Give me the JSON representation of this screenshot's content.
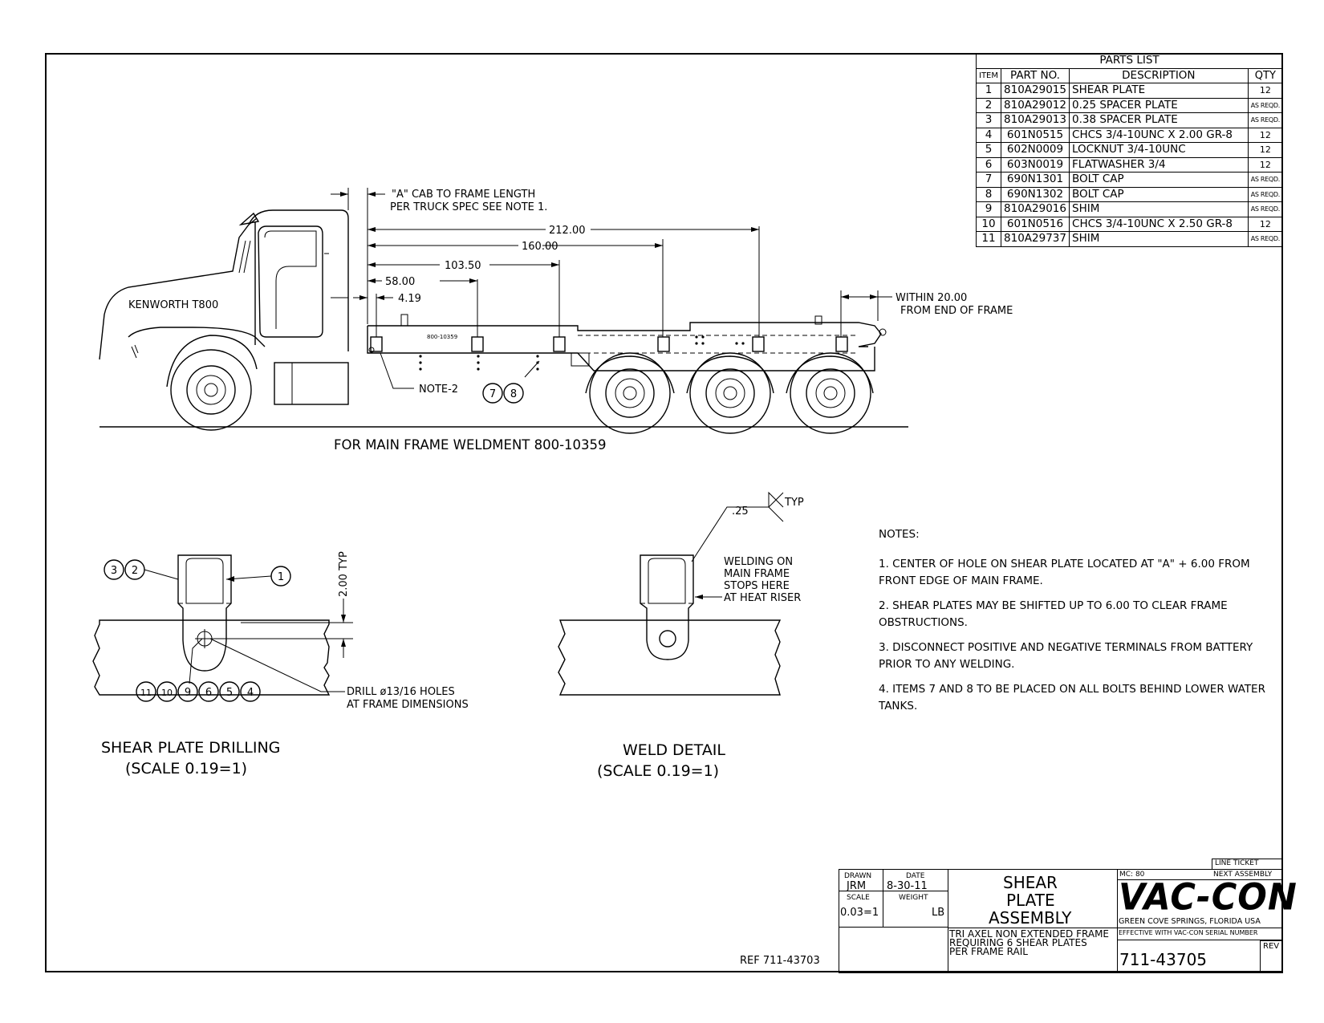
{
  "parts_list": {
    "title": "PARTS LIST",
    "headers": {
      "item": "ITEM",
      "part_no": "PART NO.",
      "description": "DESCRIPTION",
      "qty": "QTY"
    },
    "rows": [
      {
        "item": "1",
        "part_no": "810A29015",
        "description": "SHEAR PLATE",
        "qty": "12"
      },
      {
        "item": "2",
        "part_no": "810A29012",
        "description": "0.25 SPACER PLATE",
        "qty": "AS REQD."
      },
      {
        "item": "3",
        "part_no": "810A29013",
        "description": "0.38 SPACER PLATE",
        "qty": "AS REQD."
      },
      {
        "item": "4",
        "part_no": "601N0515",
        "description": "CHCS 3/4-10UNC X 2.00 GR-8",
        "qty": "12"
      },
      {
        "item": "5",
        "part_no": "602N0009",
        "description": "LOCKNUT 3/4-10UNC",
        "qty": "12"
      },
      {
        "item": "6",
        "part_no": "603N0019",
        "description": "FLATWASHER 3/4",
        "qty": "12"
      },
      {
        "item": "7",
        "part_no": "690N1301",
        "description": "BOLT CAP",
        "qty": "AS REQD."
      },
      {
        "item": "8",
        "part_no": "690N1302",
        "description": "BOLT CAP",
        "qty": "AS REQD."
      },
      {
        "item": "9",
        "part_no": "810A29016",
        "description": "SHIM",
        "qty": "AS REQD."
      },
      {
        "item": "10",
        "part_no": "601N0516",
        "description": "CHCS 3/4-10UNC X 2.50 GR-8",
        "qty": "12"
      },
      {
        "item": "11",
        "part_no": "810A29737",
        "description": "SHIM",
        "qty": "AS REQD."
      }
    ]
  },
  "truck_view": {
    "truck_label": "KENWORTH T800",
    "frame_stamp": "800-10359",
    "cab_note_line1": "\"A\"  CAB TO FRAME LENGTH",
    "cab_note_line2": "PER TRUCK SPEC SEE NOTE 1.",
    "dim_212": "212.00",
    "dim_160": "160.00",
    "dim_103": "103.50",
    "dim_58": "58.00",
    "dim_419": "4.19",
    "within_line1": "WITHIN 20.00",
    "within_line2": "FROM END OF FRAME",
    "note2_label": "NOTE-2",
    "balloon_7": "7",
    "balloon_8": "8",
    "caption": "FOR MAIN FRAME WELDMENT 800-10359"
  },
  "drilling_view": {
    "balloon_3": "3",
    "balloon_2": "2",
    "balloon_1": "1",
    "dim_typ": "2.00 TYP",
    "balloons_bottom": [
      "11",
      "10",
      "9",
      "6",
      "5",
      "4"
    ],
    "drill_line1": "DRILL ø13/16 HOLES",
    "drill_line2": "AT FRAME DIMENSIONS",
    "caption_line1": "SHEAR PLATE DRILLING",
    "caption_line2": "(SCALE 0.19=1)"
  },
  "weld_view": {
    "weld_size": ".25",
    "weld_typ": "TYP",
    "weld_note_line1": "WELDING ON",
    "weld_note_line2": "MAIN FRAME",
    "weld_note_line3": "STOPS HERE",
    "weld_note_line4": "AT HEAT RISER",
    "caption_line1": "WELD DETAIL",
    "caption_line2": "(SCALE 0.19=1)"
  },
  "notes": {
    "heading": "NOTES:",
    "items": [
      "1. CENTER OF HOLE ON SHEAR PLATE LOCATED AT \"A\" + 6.00 FROM FRONT EDGE OF MAIN FRAME.",
      "2. SHEAR PLATES MAY BE SHIFTED UP TO 6.00 TO CLEAR FRAME OBSTRUCTIONS.",
      "3. DISCONNECT POSITIVE AND NEGATIVE TERMINALS FROM BATTERY PRIOR TO ANY WELDING.",
      "4. ITEMS 7 AND 8 TO BE PLACED ON ALL BOLTS BEHIND LOWER WATER TANKS."
    ]
  },
  "title_block": {
    "ref": "REF 711-43703",
    "drawn_label": "DRAWN",
    "drawn_value": "JRM",
    "date_label": "DATE",
    "date_value": "8-30-11",
    "scale_label": "SCALE",
    "scale_value": "0.03=1",
    "weight_label": "WEIGHT",
    "weight_unit": "LB",
    "title_line1": "SHEAR",
    "title_line2": "PLATE",
    "title_line3": "ASSEMBLY",
    "subtitle_line1": "TRI AXEL NON EXTENDED FRAME",
    "subtitle_line2": "REQUIRING 6 SHEAR PLATES",
    "subtitle_line3": "PER FRAME RAIL",
    "line_ticket": "LINE TICKET",
    "next_assembly": "NEXT ASSEMBLY",
    "mc": "MC: 80",
    "company": "VAC-CON",
    "location": "GREEN COVE SPRINGS, FLORIDA USA",
    "effective": "EFFECTIVE WITH VAC-CON SERIAL NUMBER",
    "drawing_no": "711-43705",
    "rev_label": "REV"
  }
}
